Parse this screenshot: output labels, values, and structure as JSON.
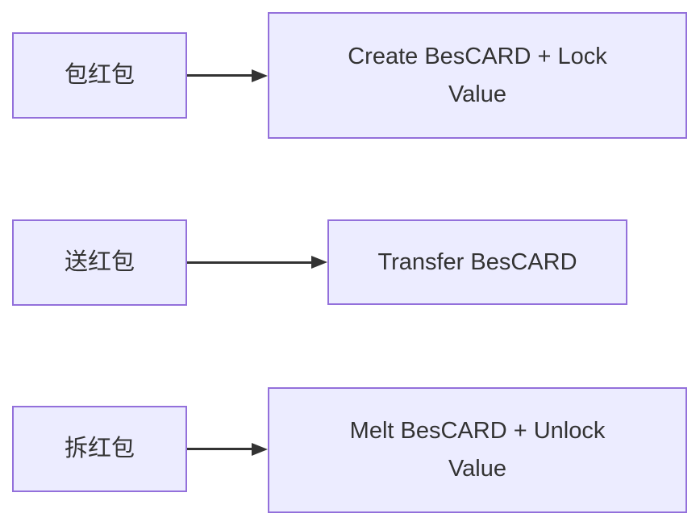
{
  "diagram": {
    "type": "flowchart-left-to-right",
    "colors": {
      "node_fill": "#ECECFF",
      "node_border": "#9370DB",
      "edge": "#333333",
      "text": "#333333",
      "background": "#FFFFFF"
    },
    "rows": [
      {
        "source": {
          "label": "包红包"
        },
        "target": {
          "label": "Create BesCARD + Lock\nValue"
        }
      },
      {
        "source": {
          "label": "送红包"
        },
        "target": {
          "label": "Transfer BesCARD"
        }
      },
      {
        "source": {
          "label": "拆红包"
        },
        "target": {
          "label": "Melt BesCARD + Unlock\nValue"
        }
      }
    ]
  }
}
